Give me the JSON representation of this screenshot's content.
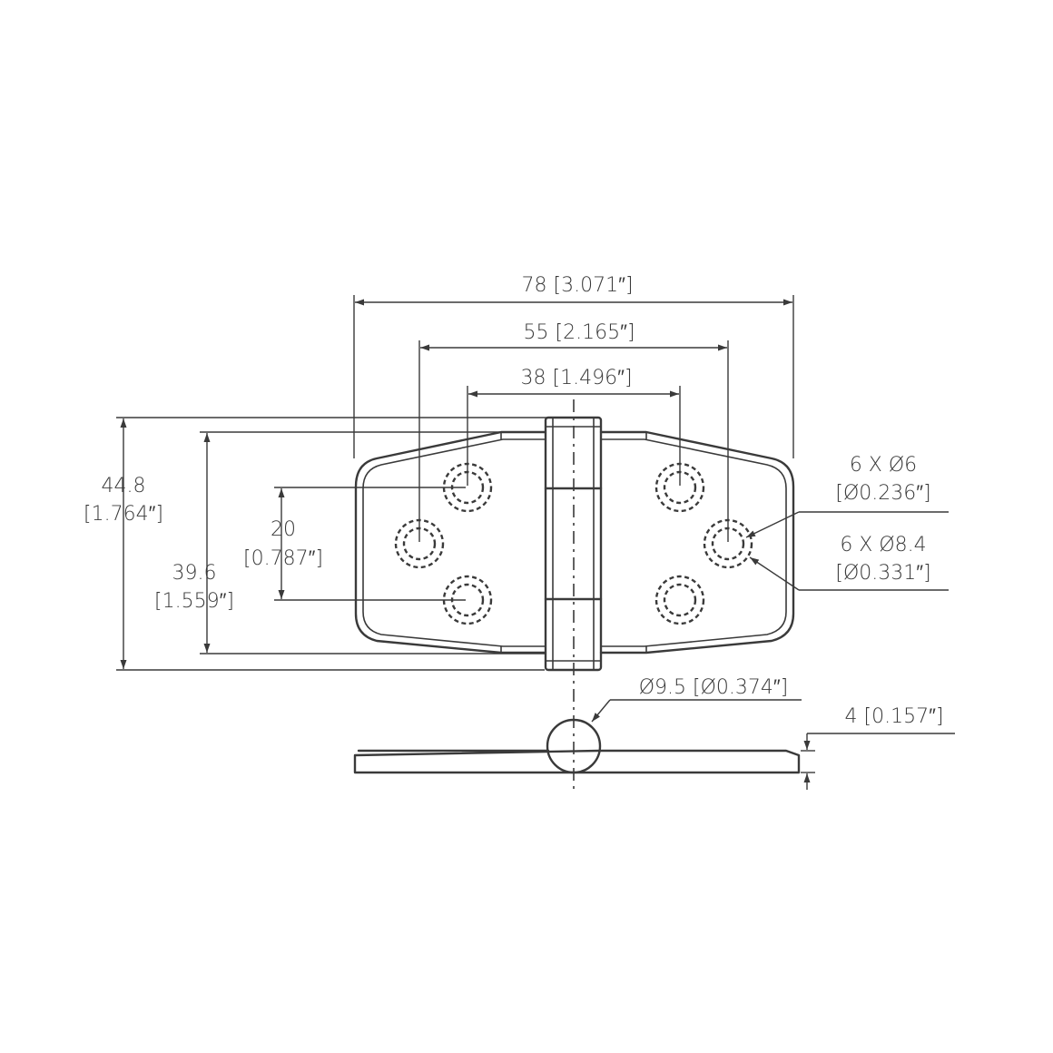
{
  "dimensions": {
    "overall_width": "78 [3.071″]",
    "hole_spacing_outer": "55 [2.165″]",
    "hole_spacing_inner": "38 [1.496″]",
    "overall_height_value": "44.8",
    "overall_height_inch": "[1.764″]",
    "leaf_height_value": "39.6",
    "leaf_height_inch": "[1.559″]",
    "hole_pitch_value": "20",
    "hole_pitch_inch": "[0.787″]",
    "hole_diameter_count": "6 X Ø6",
    "hole_diameter_inch": "[Ø0.236″]",
    "countersink_count": "6 X Ø8.4",
    "countersink_inch": "[Ø0.331″]",
    "knuckle_diameter": "Ø9.5 [Ø0.374″]",
    "thickness": "4 [0.157″]"
  },
  "colors": {
    "line": "#3a3a3a",
    "background": "#ffffff"
  }
}
